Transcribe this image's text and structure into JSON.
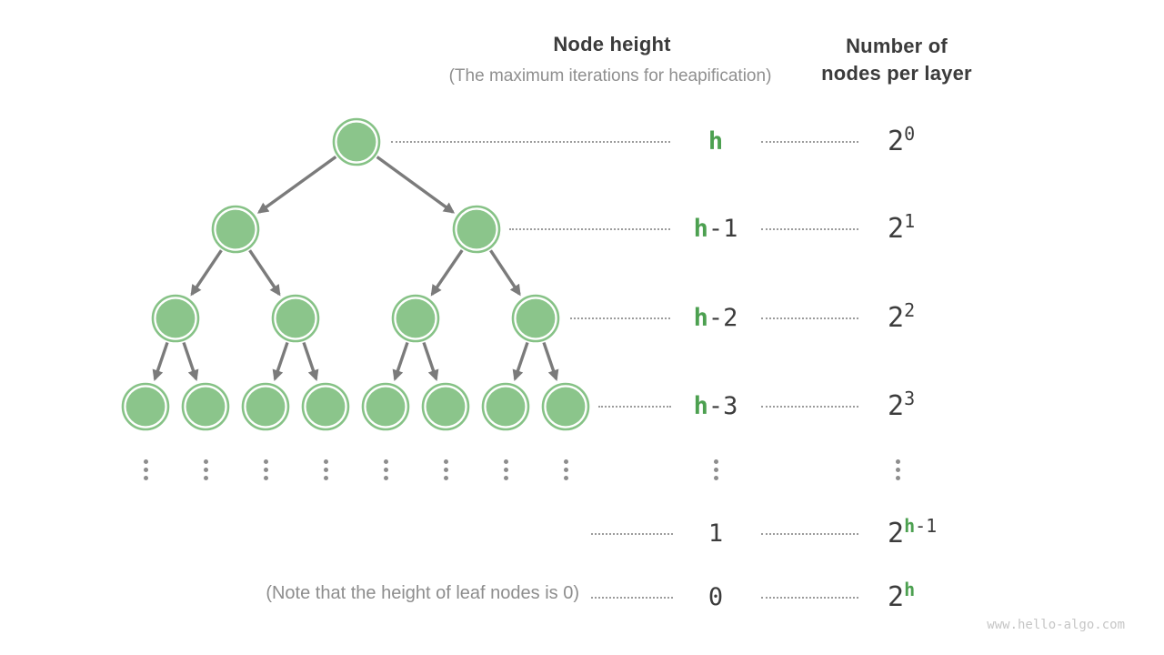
{
  "header": {
    "node_height_title": "Node height",
    "node_height_subtitle": "(The maximum iterations for heapification)",
    "nodes_per_layer_line1": "Number of",
    "nodes_per_layer_line2": "nodes per layer"
  },
  "tree": {
    "description": "perfect binary tree (heap)",
    "levels": 4,
    "nodes_per_level": [
      1,
      2,
      4,
      8
    ]
  },
  "rows": [
    {
      "label_green": "h",
      "label_dark": "",
      "count_base": "2",
      "exp_green": "",
      "exp_dark": "0"
    },
    {
      "label_green": "h",
      "label_dark": "-1",
      "count_base": "2",
      "exp_green": "",
      "exp_dark": "1"
    },
    {
      "label_green": "h",
      "label_dark": "-2",
      "count_base": "2",
      "exp_green": "",
      "exp_dark": "2"
    },
    {
      "label_green": "h",
      "label_dark": "-3",
      "count_base": "2",
      "exp_green": "",
      "exp_dark": "3"
    },
    {
      "label_green": "",
      "label_dark": "1",
      "count_base": "2",
      "exp_green": "h",
      "exp_dark": "-1"
    },
    {
      "label_green": "",
      "label_dark": "0",
      "count_base": "2",
      "exp_green": "h",
      "exp_dark": ""
    }
  ],
  "note": "(Note that the height of leaf nodes is 0)",
  "watermark": "www.hello-algo.com",
  "colors": {
    "accent_green": "#4CA050",
    "node_fill": "#8BC58B",
    "node_ring": "#86C286",
    "arrow_gray": "#7b7b7b",
    "dark_text": "#3c3c3c",
    "muted_text": "#8f8f8f",
    "dotted_gray": "#9b9b9b",
    "watermark_gray": "#c6c6c6"
  }
}
